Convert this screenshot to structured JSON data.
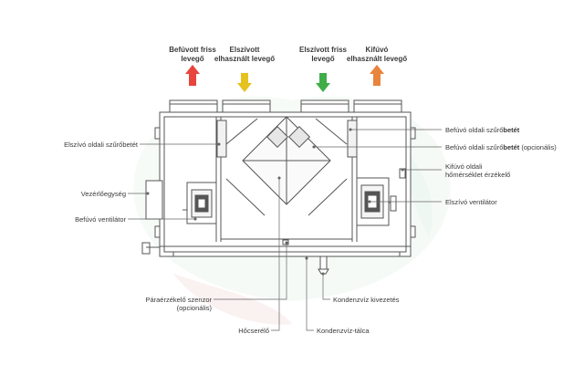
{
  "colors": {
    "arrow_fresh_supply": "#e8453c",
    "arrow_exhaust": "#e6c21e",
    "arrow_fresh_intake": "#3fae49",
    "arrow_exhaust_out": "#e8843c",
    "line": "#555555",
    "watermark": "#e6f3ec"
  },
  "top_labels": {
    "fresh_supply": {
      "line1": "Befúvott friss",
      "line2": "levegő"
    },
    "exhaust_in": {
      "line1": "Elszívott",
      "line2": "elhasznált levegő"
    },
    "fresh_in": {
      "line1": "Elszívott friss",
      "line2": "levegő"
    },
    "exhaust_out": {
      "line1": "Kifúvó",
      "line2": "elhasznált levegő"
    }
  },
  "labels": {
    "exhaust_filter": "Elszívó oldali szűrőbetét",
    "control_unit": "Vezérlőegység",
    "supply_fan": "Befúvó ventilátor",
    "supply_filter_prefix": "Befúvó oldali szűrő",
    "supply_filter_bold": "betét",
    "supply_filter_opt_prefix": "Befúvó oldali szűrő",
    "supply_filter_opt_bold": "betét",
    "supply_filter_opt_suffix": " (opcionális)",
    "temp_sensor_line1": "Kifúvó oldali",
    "temp_sensor_line2": "hőmérséklet érzékelő",
    "exhaust_fan": "Elszívó ventilátor",
    "humidity_line1": "Páraérzékelő szenzor",
    "humidity_line2": "(opcionális)",
    "heat_exchanger": "Hőcserélő",
    "condensate_outlet": "Kondenzvíz kivezetés",
    "condensate_tray": "Kondenzvíz-tálca"
  }
}
